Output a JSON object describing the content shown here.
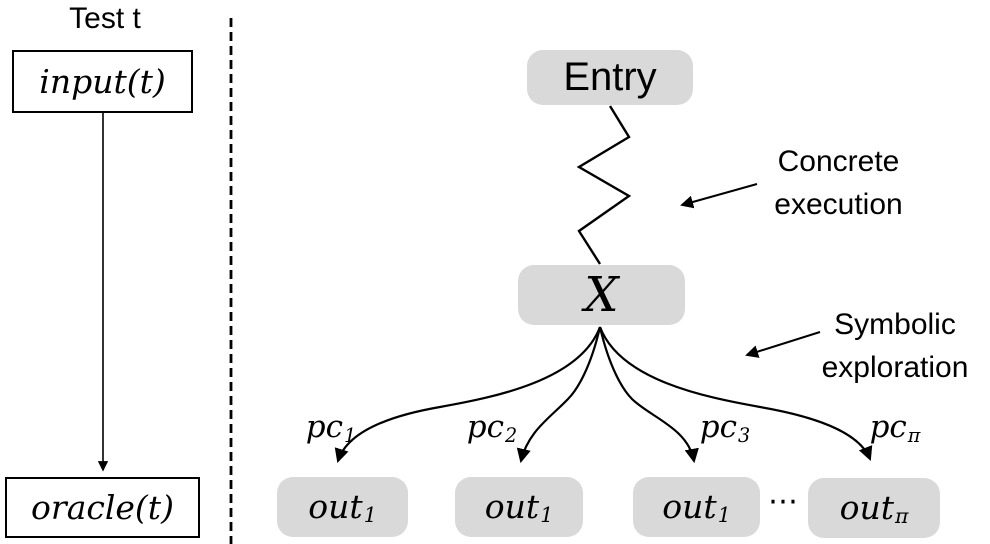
{
  "left_panel": {
    "title": "Test t",
    "input_box": "input(t)",
    "oracle_box": "oracle(t)"
  },
  "tree": {
    "entry_label": "Entry",
    "state_label": "X",
    "ellipsis": "⋯",
    "branches": [
      {
        "pc_base": "pc",
        "pc_sub": "1",
        "out_base": "out",
        "out_sub": "1"
      },
      {
        "pc_base": "pc",
        "pc_sub": "2",
        "out_base": "out",
        "out_sub": "1"
      },
      {
        "pc_base": "pc",
        "pc_sub": "3",
        "out_base": "out",
        "out_sub": "1"
      },
      {
        "pc_base": "pc",
        "pc_sub": "π",
        "out_base": "out",
        "out_sub": "π"
      }
    ]
  },
  "annotations": {
    "concrete": {
      "line1": "Concrete",
      "line2": "execution"
    },
    "symbolic": {
      "line1": "Symbolic",
      "line2": "exploration"
    }
  },
  "colors": {
    "node_fill": "#d9d9d9",
    "stroke": "#000000",
    "background": "#ffffff"
  }
}
